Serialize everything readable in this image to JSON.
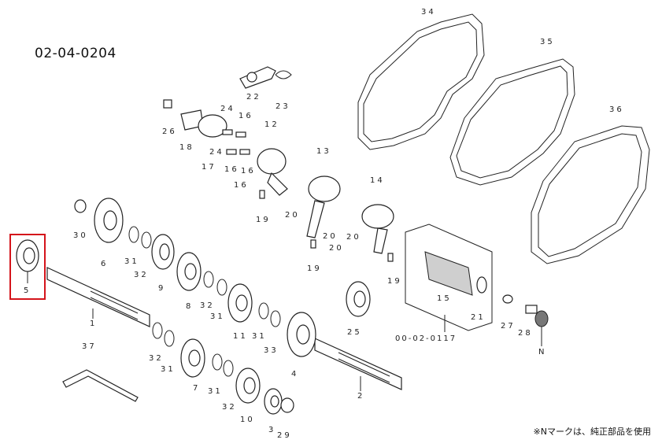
{
  "header": {
    "diagram_id": "02-04-0204"
  },
  "footnote": "※Nマークは、純正部品を使用",
  "callouts": {
    "p1": "1",
    "p2": "2",
    "p3": "3",
    "p4": "4",
    "p5": "5",
    "p6": "6",
    "p7": "7",
    "p8": "8",
    "p9": "9",
    "p10": "10",
    "p11": "11",
    "p12": "12",
    "p13": "13",
    "p14": "14",
    "p15": "15",
    "p16a": "16",
    "p16b": "16",
    "p16c": "16",
    "p16d": "16",
    "p17": "17",
    "p18": "18",
    "p19a": "19",
    "p19b": "19",
    "p19c": "19",
    "p20a": "20",
    "p20b": "20",
    "p20c": "20",
    "p20d": "20",
    "p21": "21",
    "p22": "22",
    "p23": "23",
    "p24a": "24",
    "p24b": "24",
    "p25": "25",
    "p26": "26",
    "p27": "27",
    "p28": "28",
    "p29": "29",
    "p30": "30",
    "p31a": "31",
    "p31b": "31",
    "p31c": "31",
    "p31d": "31",
    "p31e": "31",
    "p32a": "32",
    "p32b": "32",
    "p32c": "32",
    "p32d": "32",
    "p33": "33",
    "p34": "34",
    "p35": "35",
    "p36": "36",
    "p37": "37",
    "assy": "00-02-0117",
    "pN": "N"
  },
  "selected_part": "5"
}
